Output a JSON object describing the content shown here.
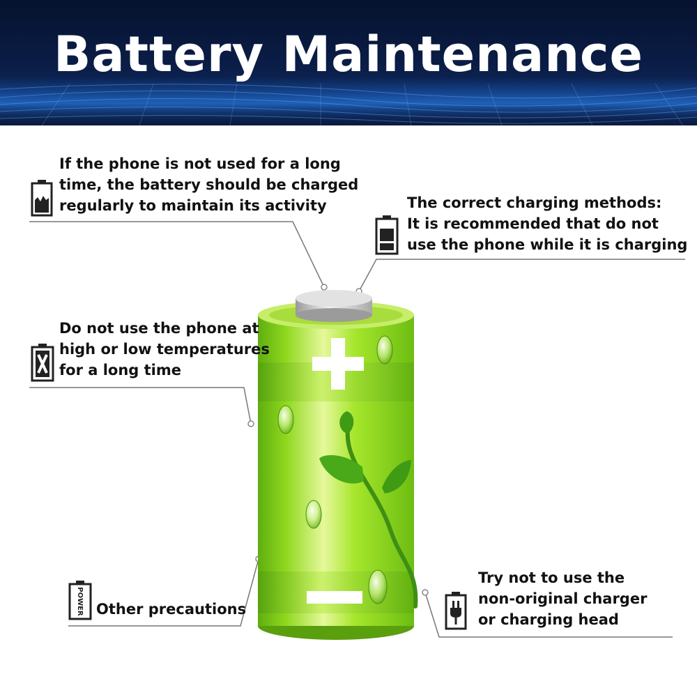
{
  "banner": {
    "title": "Battery Maintenance"
  },
  "tips": {
    "storage": {
      "lines": [
        "If the phone is not used for a long",
        "time, the battery should be charged",
        "regularly to maintain its activity"
      ],
      "icon": "battery-half-icon"
    },
    "charging": {
      "lines": [
        "The correct charging methods:",
        "It is recommended that do not",
        "use the phone while it is charging"
      ],
      "icon": "battery-charging-icon"
    },
    "temperature": {
      "lines": [
        "Do not use the phone at",
        "high or low temperatures",
        "for a long time"
      ],
      "icon": "battery-x-icon"
    },
    "other": {
      "lines": [
        "Other precautions"
      ],
      "icon": "battery-power-icon",
      "icon_label": "POWER"
    },
    "charger": {
      "lines": [
        "Try not to use the",
        "non-original charger",
        "or charging head"
      ],
      "icon": "battery-plug-icon"
    }
  },
  "illustration": {
    "icon": "green-battery-icon",
    "colors": {
      "body": "#8ad61e",
      "highlight": "#e4f79a",
      "cap": "#c9c9c9",
      "leaf": "#4fa41a"
    }
  }
}
